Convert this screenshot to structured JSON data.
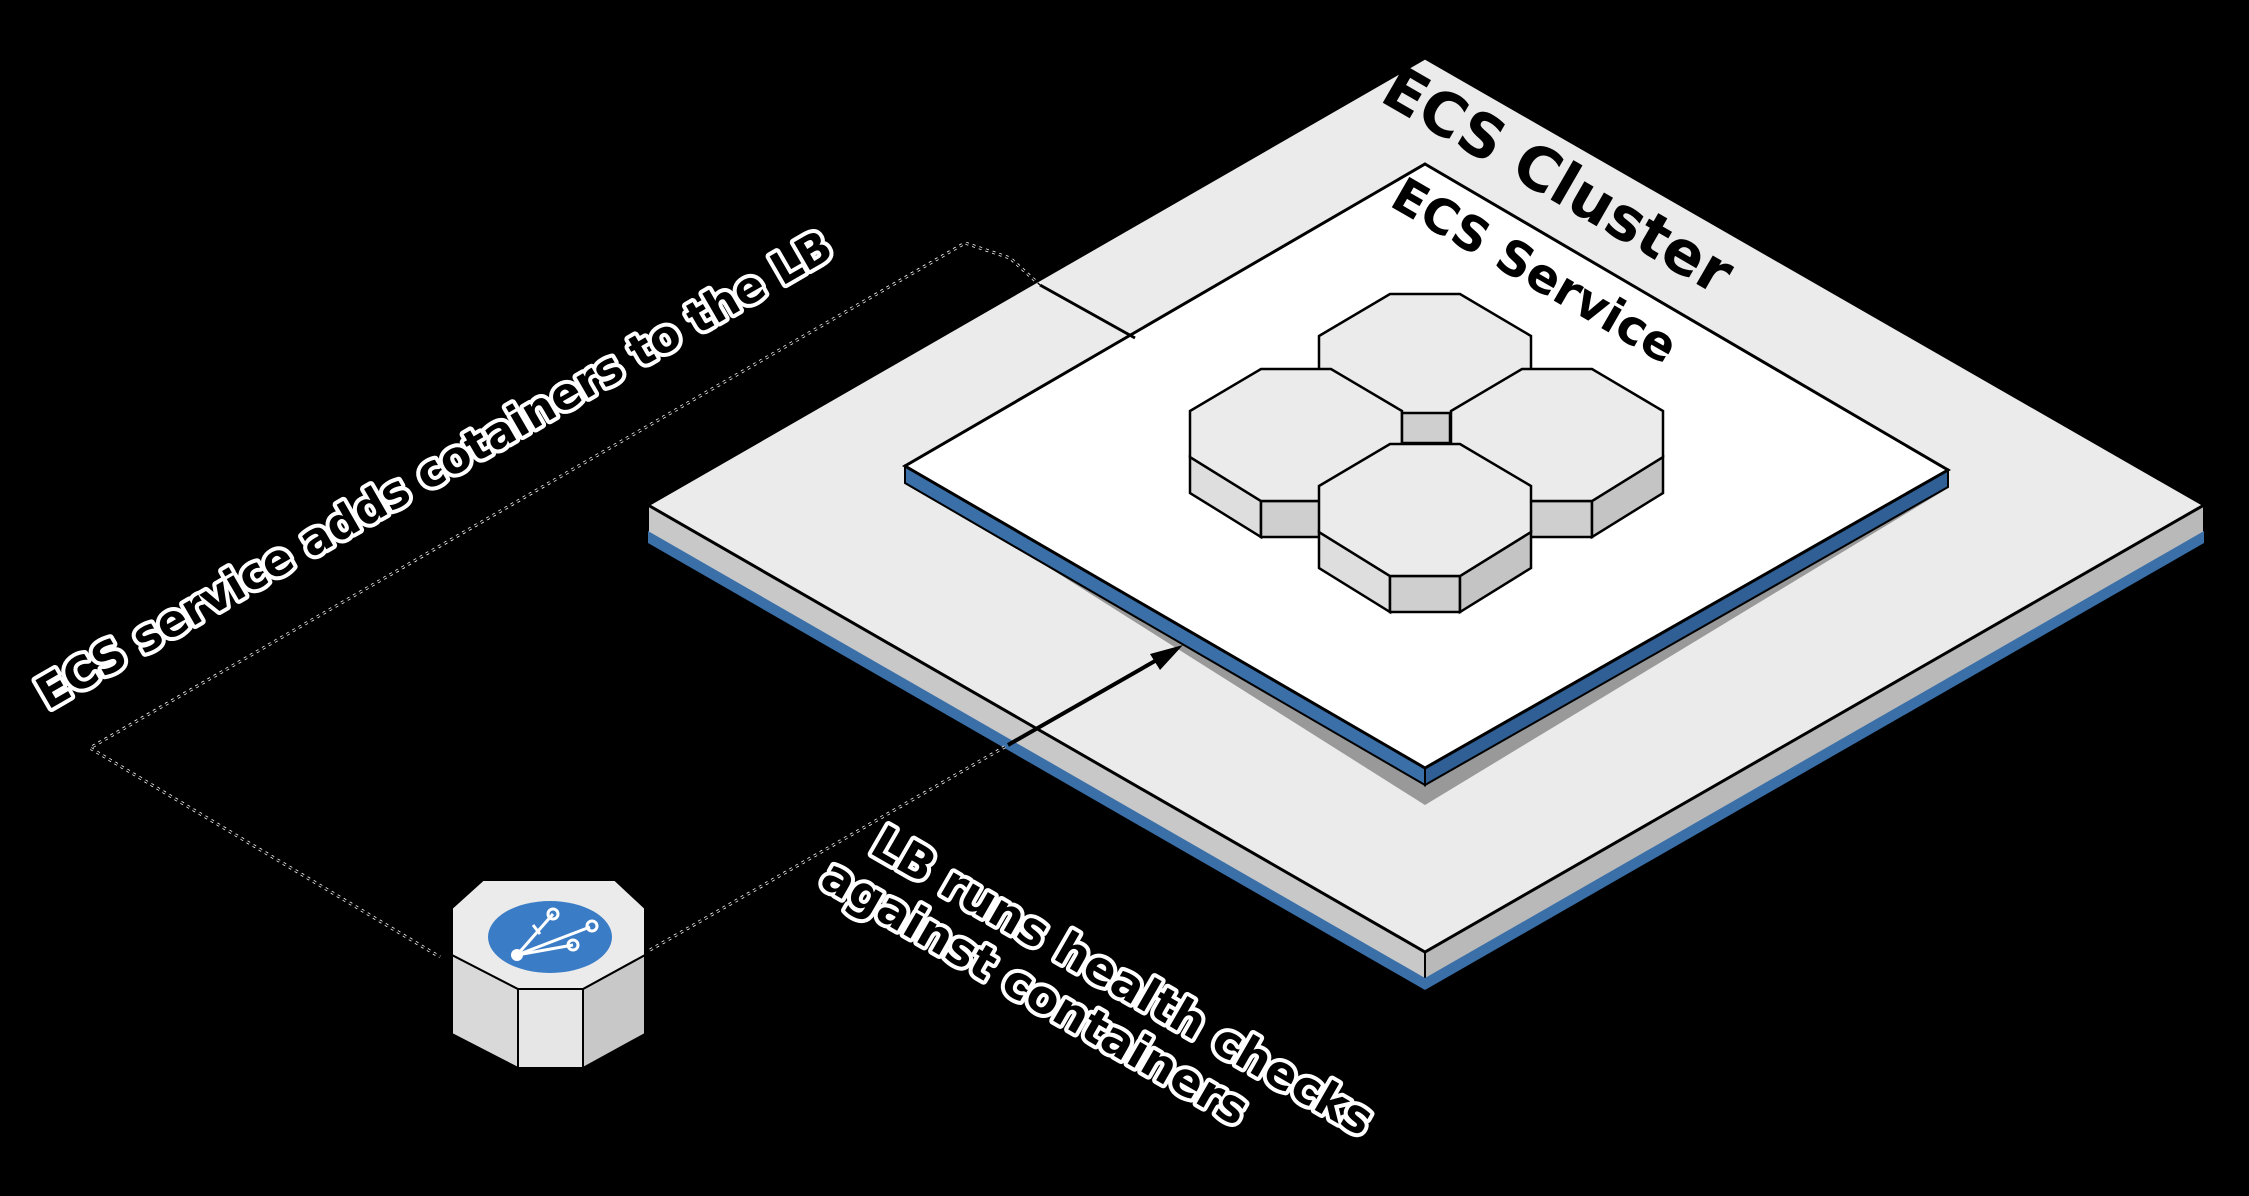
{
  "diagram": {
    "cluster": {
      "label": "ECS Cluster"
    },
    "service": {
      "label": "ECS Service"
    },
    "edges": [
      {
        "from": "ecs-service",
        "to": "load-balancer",
        "label": "ECS service adds cotainers to the LB",
        "style": "dotted"
      },
      {
        "from": "load-balancer",
        "to": "ecs-service",
        "label_lines": [
          "LB runs health checks",
          "against containers"
        ],
        "style": "dotted-then-solid-arrow"
      }
    ],
    "load_balancer": {
      "icon": "load-balancer-icon",
      "color": "#3a7cc6"
    },
    "colors": {
      "background": "#000000",
      "platform_top": "#ebebeb",
      "platform_side": "#c8c8c8",
      "platform_stripe": "#3a6fa8",
      "service_top": "#ffffff",
      "container_top": "#ebebeb",
      "container_side": "#cfcfcf"
    }
  }
}
